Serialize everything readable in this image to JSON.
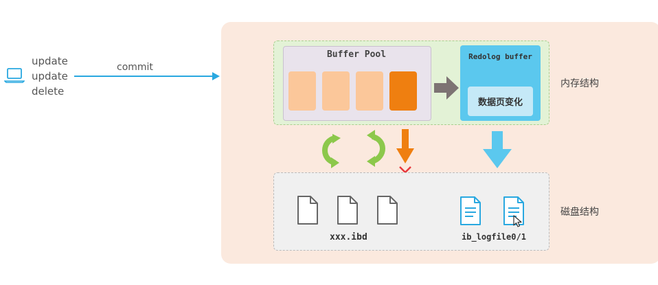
{
  "client": {
    "lines": [
      "update",
      "update",
      "delete"
    ],
    "commit_label": "commit"
  },
  "memory": {
    "buffer_pool_title": "Buffer Pool",
    "redolog_buffer_title": "Redolog buffer",
    "page_change_label": "数据页变化",
    "section_label": "内存结构"
  },
  "disk": {
    "data_file_label": "xxx.ibd",
    "log_file_label": "ib_logfile0/1",
    "section_label": "磁盘结构"
  },
  "colors": {
    "accent_blue": "#29a8e0",
    "page_light": "#fbc79a",
    "page_dirty": "#ef7f10",
    "green_arrow": "#8cc84b",
    "cross_red": "#e8383d"
  }
}
